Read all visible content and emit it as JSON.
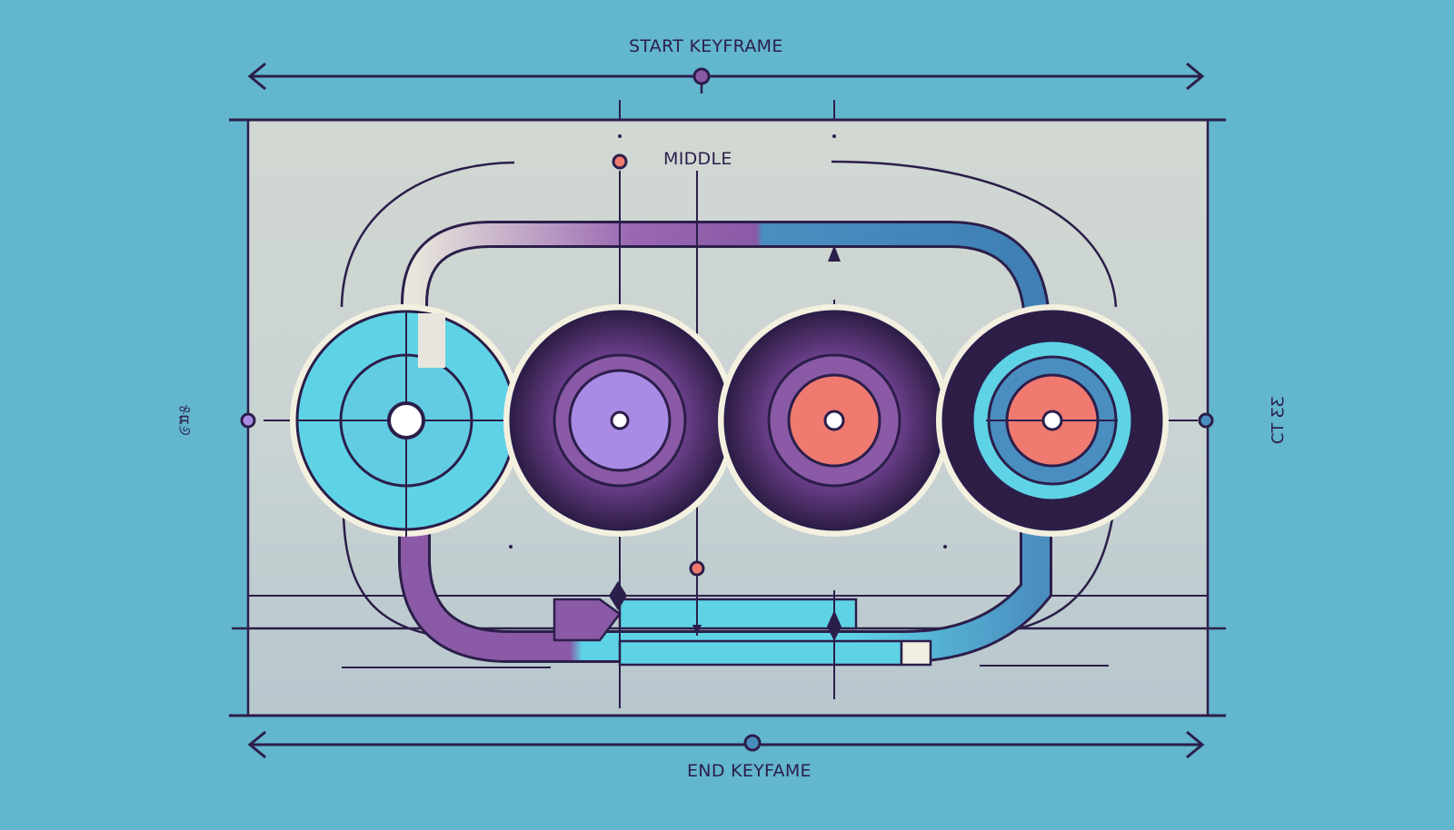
{
  "labels": {
    "start": "START KEYFRAME",
    "middle": "MIDDLE",
    "end": "END KEYFAME",
    "left_side": "୫ແ୬",
    "right_side": "CT ƸƸ"
  },
  "colors": {
    "background": "#62b6cd",
    "panel": "#cfd6d4",
    "ink": "#2b1e4a",
    "cyan": "#5fd3e6",
    "blue": "#4a8ec0",
    "purple": "#8a5aa6",
    "lavender": "#a98ae4",
    "coral": "#f07a70",
    "dark": "#3a2450"
  },
  "keyframes": [
    {
      "name": "keyframe-1",
      "outer": "cyan",
      "middle": "cyan",
      "inner": "white"
    },
    {
      "name": "keyframe-2",
      "outer": "dark",
      "middle": "purple",
      "inner": "lavender"
    },
    {
      "name": "keyframe-3",
      "outer": "dark",
      "middle": "purple",
      "inner": "coral"
    },
    {
      "name": "keyframe-4",
      "outer": "dark",
      "middle": "blue",
      "inner": "coral"
    }
  ]
}
